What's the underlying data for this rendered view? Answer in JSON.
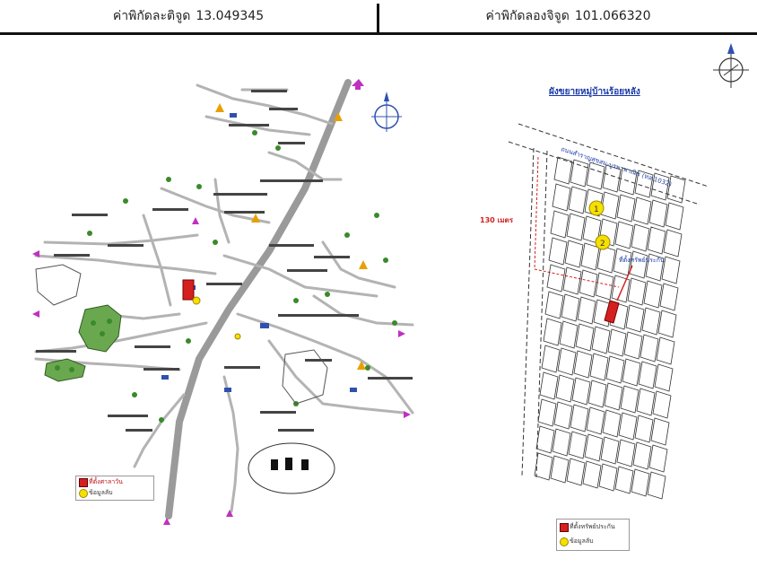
{
  "header": {
    "lat_label": "ค่าพิกัดละติจูด",
    "lat_value": "13.049345",
    "lon_label": "ค่าพิกัดลองจิจูด",
    "lon_value": "101.066320"
  },
  "left_map": {
    "legend": {
      "site_label": "ที่ตั้งศาลาวัน",
      "info_label": "ข้อมูลลับ"
    }
  },
  "right_map": {
    "title": "ผังขยายหมู่บ้านร้อยหลัง",
    "road_label": "ถนนสำราญสุขสม-บูรพาพาณิช (ทล.1032)",
    "distance_label": "130 เมตร",
    "site_pointer_label": "ที่ตั้งทรัพย์ประกัน",
    "marker_1": "1",
    "marker_2": "2",
    "legend": {
      "site_label": "ที่ตั้งทรัพย์ประกัน",
      "info_label": "ข้อมูลลับ"
    }
  },
  "colors": {
    "header_rule": "#111111",
    "road": "#9a9a9a",
    "site_red": "#d42020",
    "marker_yellow": "#f5e000",
    "arrow_magenta": "#c030c0",
    "title_blue": "#1a3aa8"
  },
  "icons": [
    "compass-icon",
    "tree-icon",
    "temple-icon",
    "school-icon",
    "arrow-icon"
  ]
}
